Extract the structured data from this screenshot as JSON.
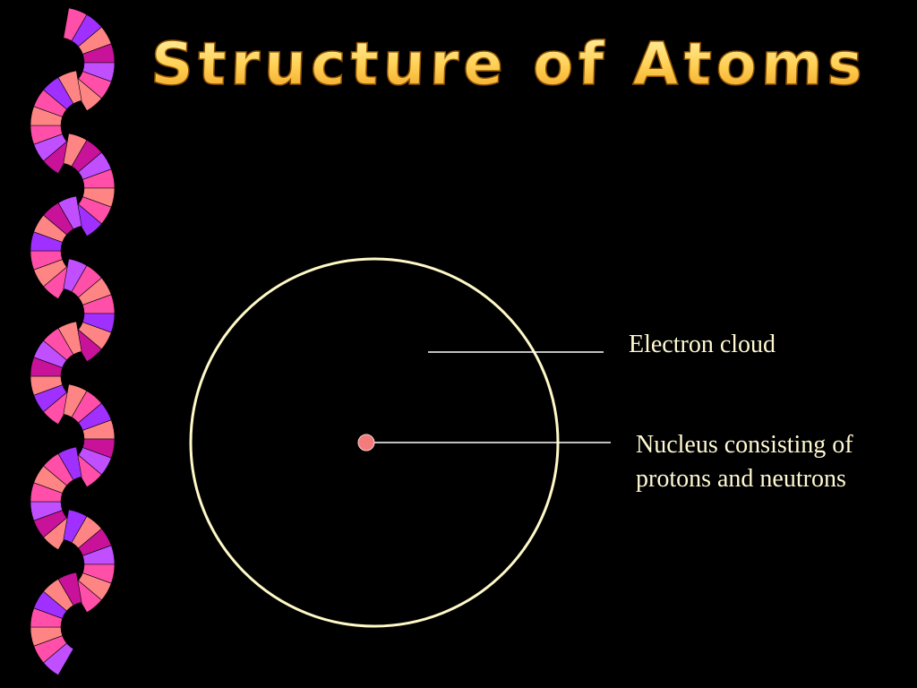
{
  "slide": {
    "title": "Structure of Atoms",
    "labels": {
      "electron_cloud": "Electron cloud",
      "nucleus_line1": "Nucleus consisting of",
      "nucleus_line2": "protons and neutrons"
    }
  },
  "colors": {
    "background": "#000000",
    "circle_stroke": "#FFF9C8",
    "leader_line": "#FFFFFF",
    "nucleus_fill": "#F37B7B",
    "title_gradient_top": "#FFF4B0",
    "title_gradient_bottom": "#F0A020",
    "title_outline": "#8A4F00",
    "fan_pink": "#FF4FA8",
    "fan_purple": "#A030FF",
    "fan_salmon": "#FF8585",
    "fan_magenta": "#C8129A",
    "fan_violet": "#C050FF"
  },
  "icons": {
    "border": "decorative-fan-border-icon",
    "nucleus": "nucleus-dot-icon"
  }
}
